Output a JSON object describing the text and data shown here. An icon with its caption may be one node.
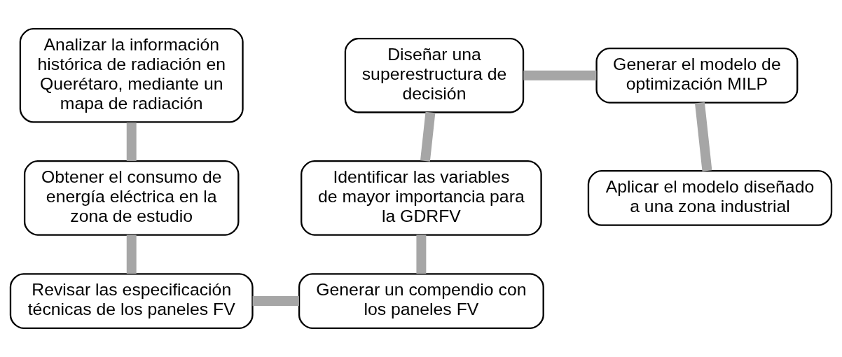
{
  "diagram": {
    "nodes": [
      {
        "text": [
          "Analizar la información histórica de radiación en Querétaro, mediante un mapa de radiación"
        ]
      },
      {
        "text": [
          "Obtener el consumo de energía eléctrica en la zona de estudio"
        ]
      },
      {
        "text": [
          "Revisar las especificación técnicas de los paneles FV"
        ]
      },
      {
        "text": [
          "Generar un compendio con los paneles FV"
        ]
      },
      {
        "text": [
          "Identificar las variables de mayor importancia para la GDRFV"
        ]
      },
      {
        "text": [
          "Diseñar una superestructura de decisión"
        ]
      },
      {
        "text": [
          "Generar el modelo de optimización MILP"
        ]
      },
      {
        "text": [
          "Aplicar el modelo diseñado a una zona industrial"
        ]
      }
    ],
    "edges": [
      {
        "from": 0,
        "to": 1,
        "arrow": "none"
      },
      {
        "from": 1,
        "to": 2,
        "arrow": "none"
      },
      {
        "from": 2,
        "to": 3,
        "arrow": "none"
      },
      {
        "from": 3,
        "to": 4,
        "arrow": "none"
      },
      {
        "from": 4,
        "to": 5,
        "arrow": "none"
      },
      {
        "from": 5,
        "to": 6,
        "arrow": "none"
      },
      {
        "from": 6,
        "to": 7,
        "arrow": "none"
      }
    ]
  }
}
